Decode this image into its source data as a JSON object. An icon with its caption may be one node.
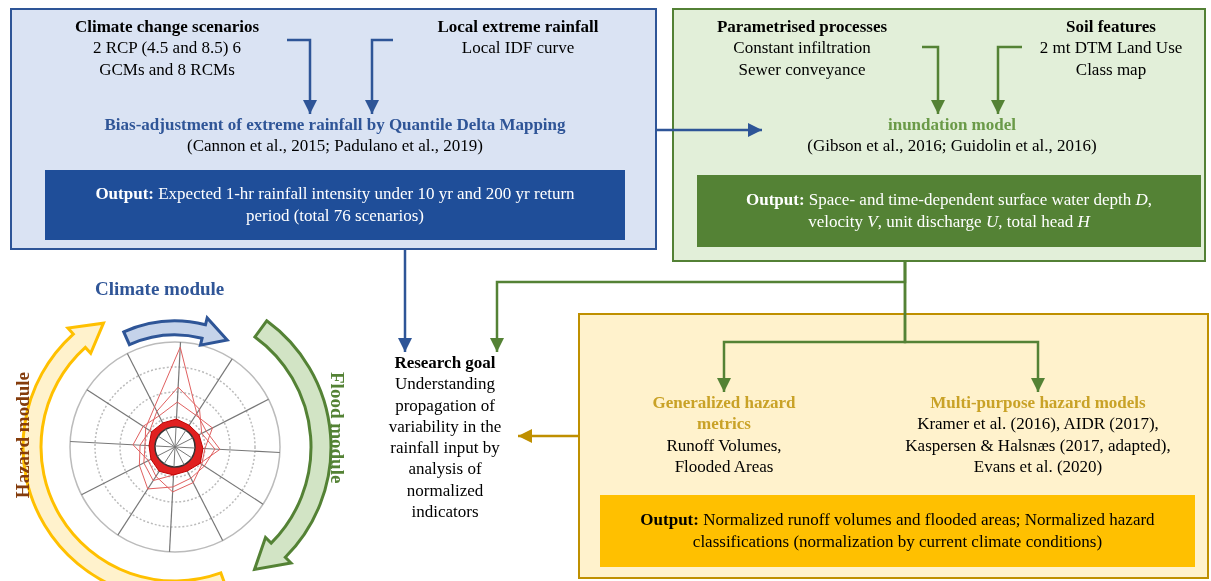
{
  "diagram": {
    "nodes": [
      {
        "text": [],
        "shape": "box"
      },
      {
        "text": [
          "Climate change scenarios",
          "2 RCP (4.5 and 8.5) 6 GCMs and 8 RCMs"
        ],
        "in": 0
      },
      {
        "text": [
          "Local extreme rainfall",
          "Local IDF curve"
        ],
        "in": 0
      },
      {
        "text": [
          "Bias-adjustment of extreme rainfall by Quantile Delta Mapping",
          "(Cannon et al., 2015; Padulano et al., 2019)"
        ],
        "in": 0
      },
      {
        "text": [
          "**Output:** Expected 1-hr rainfall intensity under 10 yr and 200 yr return period (total 76 scenarios)"
        ],
        "in": 0
      },
      {
        "text": [],
        "shape": "box"
      },
      {
        "text": [
          "Parametrised processes",
          "Constant infiltration Sewer conveyance"
        ],
        "in": 5
      },
      {
        "text": [
          "Soil features",
          "2 mt DTM Land Use Class map"
        ],
        "in": 5
      },
      {
        "text": [
          "inundation model",
          "(Gibson et al., 2016; Guidolin et al., 2016)"
        ],
        "in": 5
      },
      {
        "text": [
          "**Output:** Space- and time-dependent surface water depth *D*, velocity *V*, unit discharge *U*, total head *H*"
        ],
        "in": 5
      },
      {
        "text": [
          "Research goal",
          "Understanding propagation of variability in the rainfall input by analysis of normalized indicators"
        ]
      },
      {
        "text": [],
        "shape": "box"
      },
      {
        "text": [
          "Generalized hazard metrics",
          "Runoff Volumes, Flooded Areas"
        ],
        "in": 11
      },
      {
        "text": [
          "Multi-purpose hazard models",
          "Kramer et al. (2016), AIDR (2017), Kaspersen & Halsnæs (2017, adapted), Evans et al. (2020)"
        ],
        "in": 11
      },
      {
        "text": [
          "**Output:** Normalized runoff volumes and flooded areas; Normalized hazard classifications (normalization by current climate conditions)"
        ],
        "in": 11
      }
    ],
    "edges": [
      {
        "from": 1,
        "to": 3,
        "arrow": "to",
        "color": "#2e5597"
      },
      {
        "from": 2,
        "to": 3,
        "arrow": "to",
        "color": "#2e5597"
      },
      {
        "from": 0,
        "to": 8,
        "arrow": "to",
        "color": "#2e5597"
      },
      {
        "from": 0,
        "to": 10,
        "arrow": "to",
        "color": "#2e5597"
      },
      {
        "from": 6,
        "to": 8,
        "arrow": "to"
      },
      {
        "from": 7,
        "to": 8,
        "arrow": "to"
      },
      {
        "from": 5,
        "to": 10,
        "arrow": "to"
      },
      {
        "from": 5,
        "to": 12,
        "arrow": "to"
      },
      {
        "from": 5,
        "to": 13,
        "arrow": "to"
      },
      {
        "from": 11,
        "to": 10,
        "arrow": "to",
        "color": "#bf8f00"
      }
    ],
    "labels": [
      "Climate module",
      "Flood module",
      "Hazard module"
    ]
  }
}
